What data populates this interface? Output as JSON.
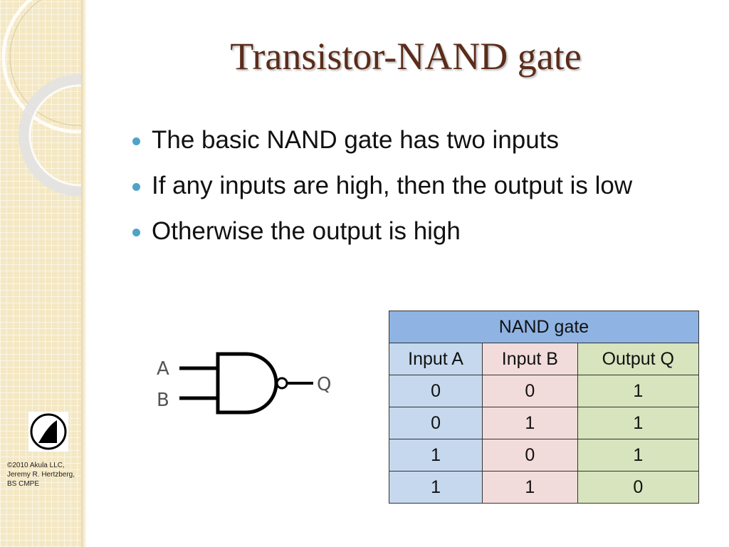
{
  "slide": {
    "title": "Transistor-NAND gate",
    "bullets": [
      "The basic NAND gate has two inputs",
      "If any inputs are high, then the output is low",
      "Otherwise the output is high"
    ],
    "credit": "©2010 Akula LLC,\nJeremy R. Hertzberg,\nBS CMPE"
  },
  "gate_symbol": {
    "input_labels": [
      "A",
      "B"
    ],
    "output_label": "Q"
  },
  "truth_table": {
    "title": "NAND gate",
    "columns": [
      "Input A",
      "Input B",
      "Output Q"
    ],
    "rows": [
      [
        "0",
        "0",
        "1"
      ],
      [
        "0",
        "1",
        "1"
      ],
      [
        "1",
        "0",
        "1"
      ],
      [
        "1",
        "1",
        "0"
      ]
    ]
  },
  "colors": {
    "title": "#5b2c1a",
    "bullet": "#4fa3c6",
    "table_header": "#8fb4e3",
    "column_a": "#c5d8ee",
    "column_b": "#f2dcdb",
    "column_q": "#d7e4bd",
    "side_strip": "#f4e8c4"
  }
}
